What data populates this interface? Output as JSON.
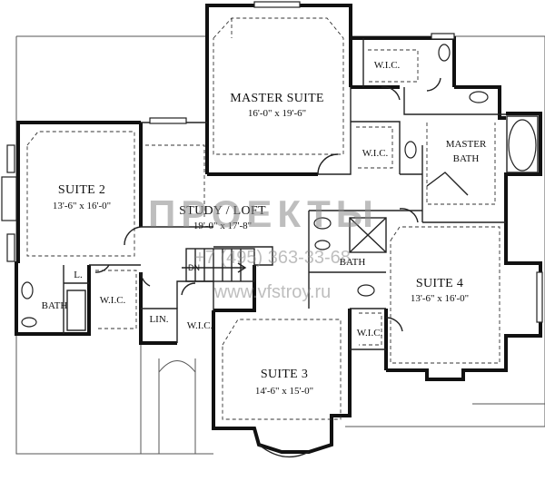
{
  "rooms": {
    "master_suite": {
      "name": "MASTER SUITE",
      "size": "16'-0\" x 19'-6\""
    },
    "master_bath": {
      "name_line1": "MASTER",
      "name_line2": "BATH"
    },
    "suite2": {
      "name": "SUITE 2",
      "size": "13'-6\" x 16'-0\""
    },
    "study": {
      "name": "STUDY / LOFT",
      "size": "19'-0\" x 17'-8\""
    },
    "suite3": {
      "name": "SUITE 3",
      "size": "14'-6\" x 15'-0\""
    },
    "suite4": {
      "name": "SUITE 4",
      "size": "13'-6\" x 16'-0\""
    }
  },
  "labels": {
    "wic": "W.I.C.",
    "bath": "BATH",
    "lin": "LIN.",
    "linen_short": "L.",
    "dn": "DN"
  },
  "watermark": {
    "line1": "ПРОЕКТЫ",
    "line2": "+7 (495) 363-33-68",
    "line3": "www.vfstroy.ru"
  }
}
